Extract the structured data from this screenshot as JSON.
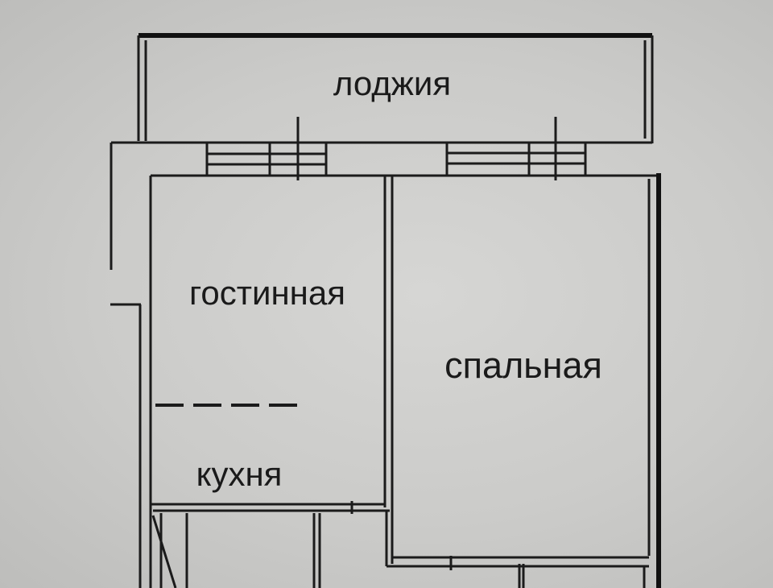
{
  "rooms": {
    "loggia": "лоджия",
    "living_room": "гостинная",
    "bedroom": "спальная",
    "kitchen": "кухня"
  }
}
